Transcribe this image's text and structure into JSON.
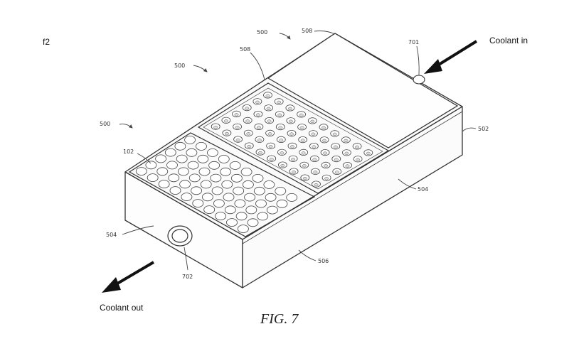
{
  "corner_label": "f2",
  "caption": "FIG. 7",
  "coolant_in": "Coolant in",
  "coolant_out": "Coolant out",
  "refs": {
    "r500a": "500",
    "r508a": "508",
    "r500b": "500",
    "r508b": "508",
    "r701": "701",
    "r500c": "500",
    "r502": "502",
    "r102": "102",
    "r504a": "504",
    "r504b": "504",
    "r506": "506",
    "r702": "702"
  }
}
